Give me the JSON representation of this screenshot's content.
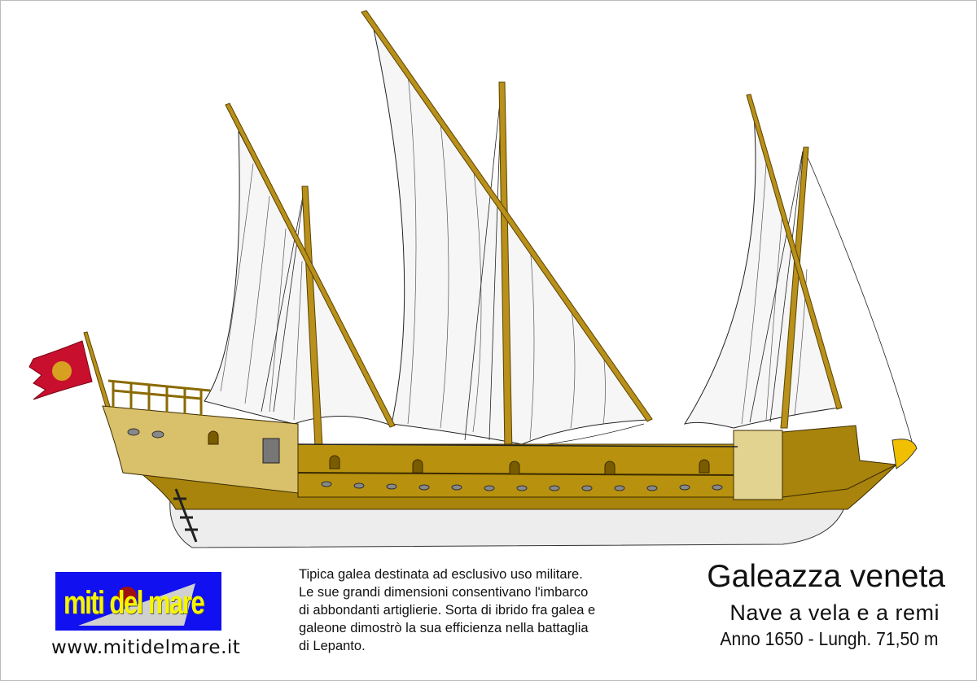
{
  "logo": {
    "text": "miti del mare",
    "background": "#1010f0",
    "text_color": "#f5f500"
  },
  "website": "www.mitidelmare.it",
  "description": [
    "Tipica galea destinata ad esclusivo uso militare.",
    "Le sue grandi dimensioni consentivano l'imbarco",
    "di abbondanti artiglierie. Sorta di ibrido fra galea e",
    "galeone dimostrò la sua efficienza nella battaglia",
    "di Lepanto."
  ],
  "title": "Galeazza veneta",
  "subtitle": "Nave a vela e a remi",
  "meta": "Anno 1650 - Lungh. 71,50 m",
  "colors": {
    "hull": "#a8840c",
    "hull_light": "#d9c06a",
    "underwater": "#ededed",
    "flag": "#c8102e",
    "mast": "#b8901a"
  }
}
